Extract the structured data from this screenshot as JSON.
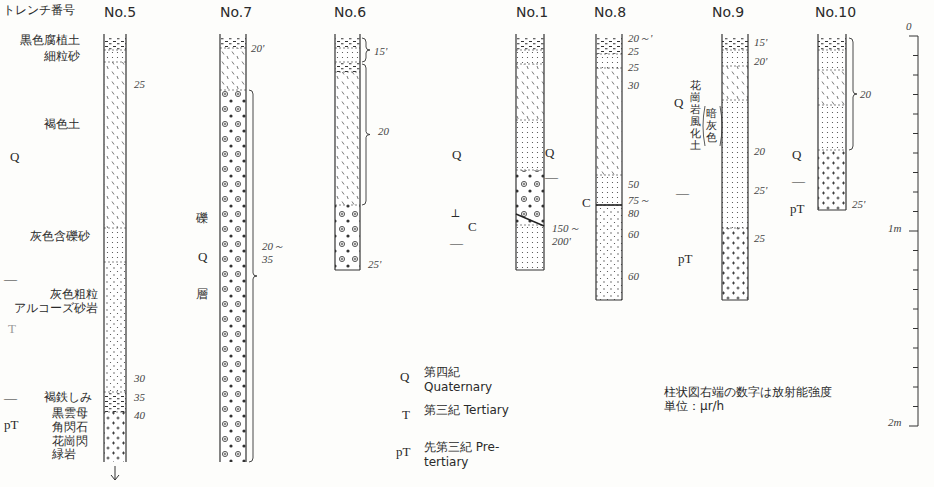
{
  "diagram": {
    "labels": [
      "トレンチ番号",
      "No.5",
      "No.7",
      "No.6",
      "No.1",
      "No.8",
      "No.9",
      "No.10",
      "黒色腐植土",
      "細粒砂",
      "褐色土",
      "Q",
      "25",
      "灰色含礫砂",
      "—",
      "灰色粗粒 アルコーズ砂岩",
      "T",
      "30",
      "褐鉄しみ",
      "35",
      "—",
      "黒雲母 角閃石 花崗閃 緑岩",
      "40",
      "pT",
      "20'",
      "礫",
      "Q",
      "層",
      "20～ 35",
      "15'",
      "20",
      "25'",
      "Q",
      "⊥",
      "C",
      "—",
      "150～ 200'",
      "20～'",
      "25",
      "25",
      "30",
      "Q",
      "—",
      "50",
      "75～ 80",
      "C",
      "60",
      "60",
      "15'",
      "20'",
      "Q",
      "花崗岩風化土",
      "暗灰色",
      "20",
      "25'",
      "—",
      "25",
      "pT",
      "Q",
      "20",
      "—",
      "25'",
      "pT",
      "Q",
      "T",
      "pT",
      "柱状図右端の数字は放射能強度 単位：μr/h",
      "0",
      "1m",
      "2m"
    ],
    "legend": [
      {
        "text": "第四紀 Quaternary"
      },
      {
        "text": "第三紀 Tertiary"
      },
      {
        "text": "先第三紀 Pre-tertiary"
      }
    ]
  }
}
